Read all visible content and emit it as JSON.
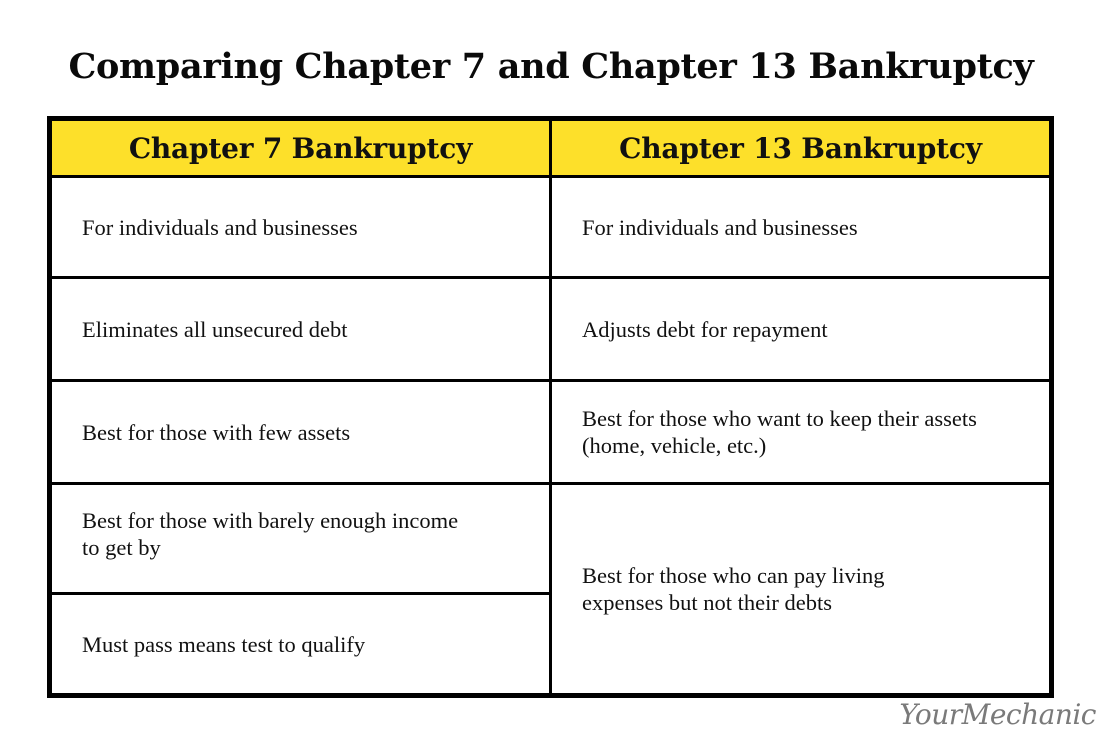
{
  "title": "Comparing Chapter 7 and Chapter 13 Bankruptcy",
  "table": {
    "headers": [
      "Chapter 7 Bankruptcy",
      "Chapter 13 Bankruptcy"
    ],
    "header_color": "#fde02a",
    "chapter7": [
      "For individuals and businesses",
      "Eliminates all unsecured debt",
      "Best for those with few assets",
      "Best for those with barely enough income to get by",
      "Must pass means test to qualify"
    ],
    "chapter13": [
      "For individuals and businesses",
      "Adjusts debt for repayment",
      "Best for those who want to keep their assets (home, vehicle, etc.)",
      "Best for those who can pay living expenses but not their debts"
    ]
  },
  "logo": "YourMechanic"
}
